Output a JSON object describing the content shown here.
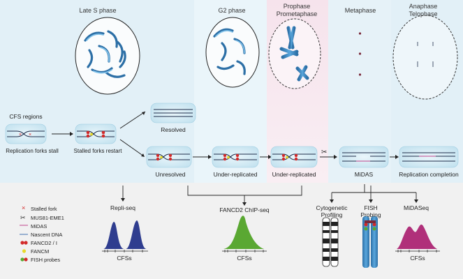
{
  "phases": {
    "late_s": "Late S phase",
    "g2": "G2 phase",
    "prophase": "Prophase",
    "prometaphase": "Prometaphase",
    "metaphase": "Metaphase",
    "anaphase": "Anaphase",
    "telophase": "Telophase"
  },
  "stages": {
    "cfs_regions": "CFS regions",
    "forks_stall": "Replication forks stall",
    "forks_restart": "Stalled forks restart",
    "resolved": "Resolved",
    "unresolved": "Unresolved",
    "under_replicated_1": "Under-replicated",
    "under_replicated_2": "Under-replicated",
    "midas": "MiDAS",
    "completion": "Replication completion"
  },
  "methods": {
    "repli_seq": "Repli-seq",
    "fancd2_chip": "FANCD2 ChIP-seq",
    "cyto_1": "Cytogenetic",
    "cyto_2": "Profiling",
    "fish_1": "FISH",
    "fish_2": "Probing",
    "midaseq": "MiDASeq",
    "cfs_label_1": "CFSs",
    "cfs_label_2": "CFSs",
    "cfs_label_3": "CFSs"
  },
  "legend": [
    {
      "label": "Stalled fork",
      "icon": "red-x-icon"
    },
    {
      "label": "MUS81-EME1",
      "icon": "scissors-icon"
    },
    {
      "label": "MiDAS",
      "icon": "magenta-line-icon"
    },
    {
      "label": "Nascent DNA",
      "icon": "blue-line-icon"
    },
    {
      "label": "FANCD2 / I",
      "icon": "red-double-dot-icon"
    },
    {
      "label": "FANCM",
      "icon": "yellow-dot-icon"
    },
    {
      "label": "FISH probes",
      "icon": "red-green-dot-icon"
    }
  ],
  "colors": {
    "background_top": "#e8f3f8",
    "prophase_band": "#f7e6ee",
    "bottom_panel": "#f2f2f2",
    "chromosome": "#3e86bf",
    "dna": "#1f2d4a",
    "fancd2": "#d22a2a",
    "fancm": "#e8d92a",
    "repli_peak": "#2f3d8f",
    "chip_peak": "#5aa832",
    "midas_peak": "#b0307a"
  }
}
